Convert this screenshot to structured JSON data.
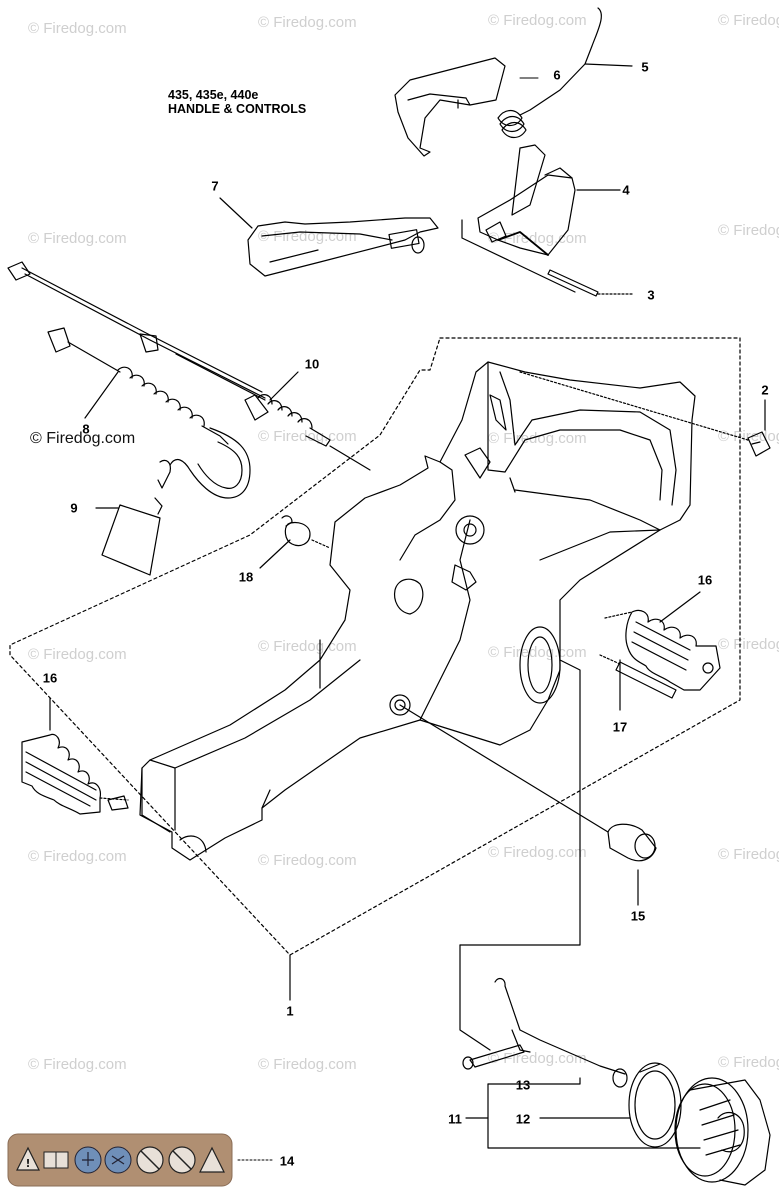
{
  "title": {
    "models": "435, 435e, 440e",
    "section": "HANDLE & CONTROLS"
  },
  "watermark": {
    "text": "© Firedog.com",
    "color": "#cfcfcf"
  },
  "labels": {
    "p1": "1",
    "p2": "2",
    "p3": "3",
    "p4": "4",
    "p5": "5",
    "p6": "6",
    "p7": "7",
    "p8": "8",
    "p9": "9",
    "p10": "10",
    "p11": "11",
    "p12": "12",
    "p13": "13",
    "p14": "14",
    "p15": "15",
    "p16a": "16",
    "p16b": "16",
    "p17": "17",
    "p18": "18"
  },
  "colors": {
    "line": "#000000",
    "decal_bg": "#b08f72"
  }
}
